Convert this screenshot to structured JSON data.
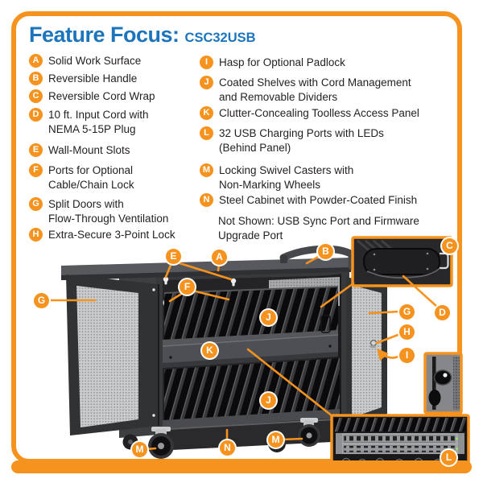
{
  "title": {
    "prefix": "Feature Focus:",
    "model": "CSC32USB"
  },
  "features": [
    {
      "letter": "A",
      "text": "Solid Work Surface"
    },
    {
      "letter": "B",
      "text": "Reversible Handle"
    },
    {
      "letter": "C",
      "text": "Reversible Cord Wrap"
    },
    {
      "letter": "D",
      "text": "10 ft. Input Cord with\nNEMA 5-15P Plug"
    },
    {
      "letter": "E",
      "text": "Wall-Mount Slots"
    },
    {
      "letter": "F",
      "text": "Ports for Optional\nCable/Chain Lock"
    },
    {
      "letter": "G",
      "text": "Split Doors with\nFlow-Through Ventilation"
    },
    {
      "letter": "H",
      "text": "Extra-Secure 3-Point Lock"
    },
    {
      "letter": "I",
      "text": "Hasp for Optional Padlock"
    },
    {
      "letter": "J",
      "text": "Coated Shelves with Cord Management\nand Removable Dividers"
    },
    {
      "letter": "K",
      "text": "Clutter-Concealing Toolless Access Panel"
    },
    {
      "letter": "L",
      "text": "32 USB Charging Ports with LEDs\n(Behind Panel)"
    },
    {
      "letter": "M",
      "text": "Locking Swivel Casters with\nNon-Marking Wheels"
    },
    {
      "letter": "N",
      "text": "Steel Cabinet with Powder-Coated Finish"
    }
  ],
  "note": "Not Shown: USB Sync Port and Firmware\nUpgrade Port",
  "colors": {
    "orange": "#F6921E",
    "blue": "#1C75BC",
    "ink": "#231F20"
  }
}
